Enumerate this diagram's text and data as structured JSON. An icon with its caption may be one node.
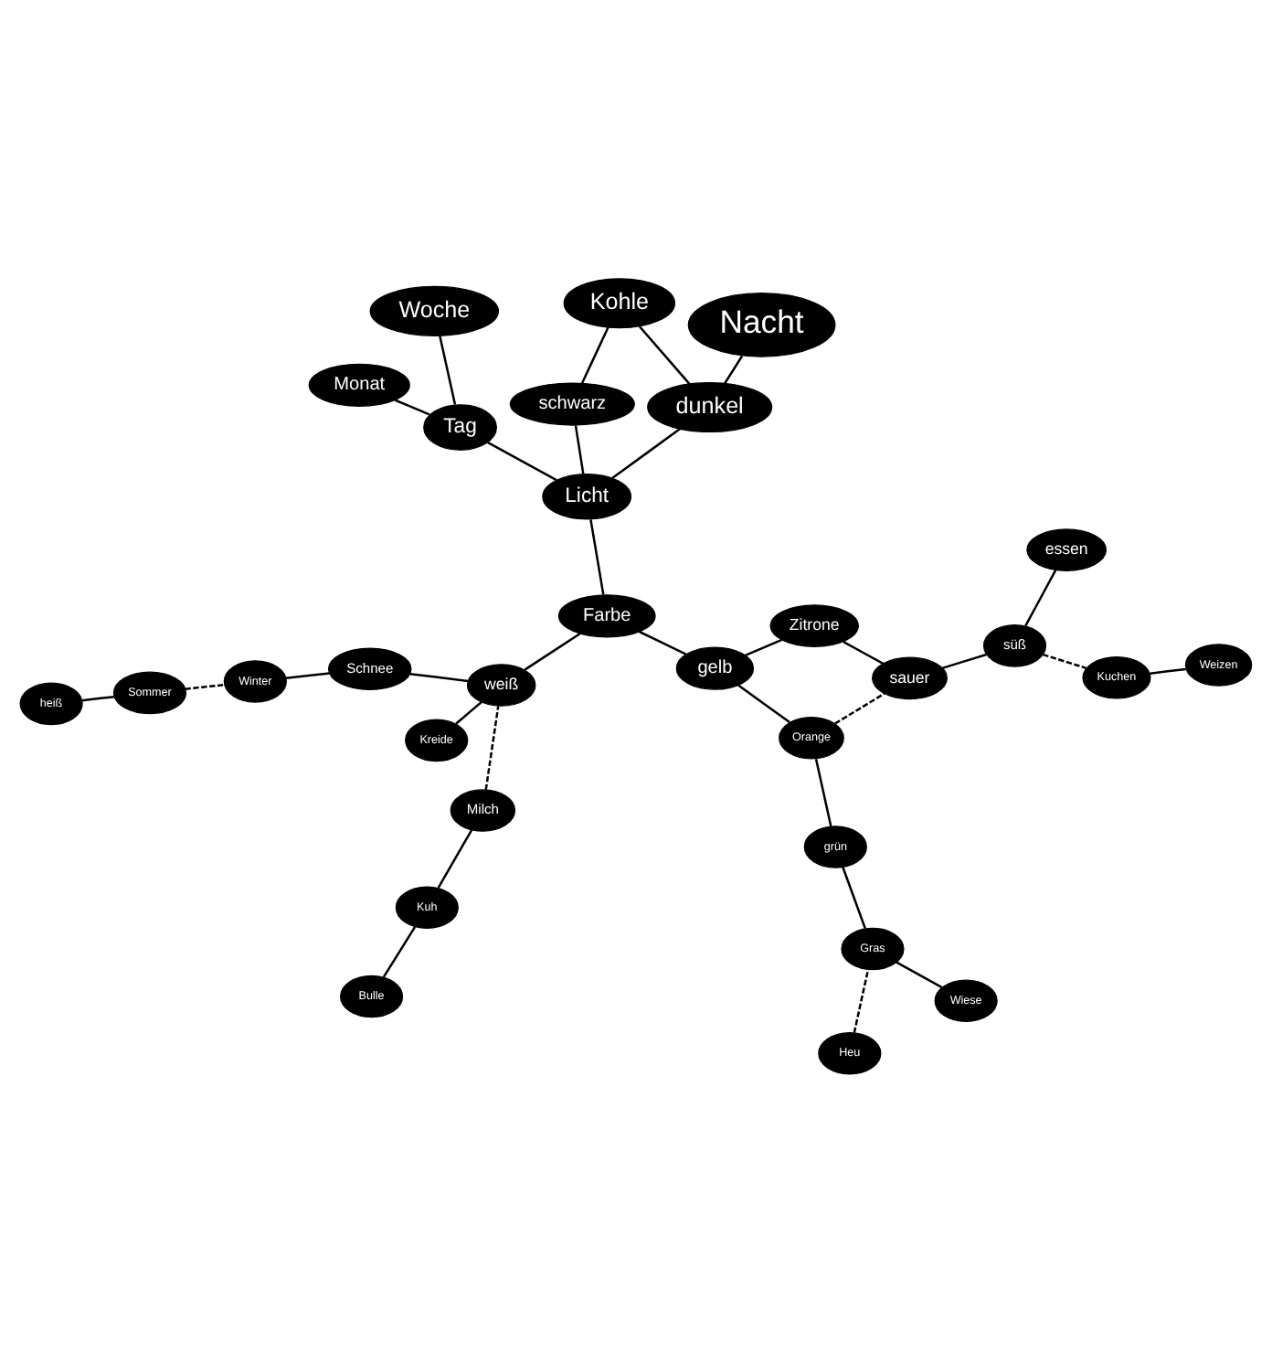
{
  "diagram": {
    "nodes": [
      {
        "text": [
          "heiß"
        ]
      },
      {
        "text": [
          "Wiese"
        ]
      },
      {
        "text": [
          "Heu"
        ]
      },
      {
        "text": [
          "Weizen"
        ]
      },
      {
        "text": [
          "Sommer"
        ]
      },
      {
        "text": [
          "Gras"
        ]
      },
      {
        "text": [
          "Winter"
        ]
      },
      {
        "text": [
          "Bulle"
        ]
      },
      {
        "text": [
          "grün"
        ]
      },
      {
        "text": [
          "Kuchen"
        ]
      },
      {
        "text": [
          "Kreide"
        ]
      },
      {
        "text": [
          "Kuh"
        ]
      },
      {
        "text": [
          "Orange"
        ]
      },
      {
        "text": [
          "süß"
        ]
      },
      {
        "text": [
          "Schnee"
        ]
      },
      {
        "text": [
          "Milch"
        ]
      },
      {
        "text": [
          "sauer"
        ]
      },
      {
        "text": [
          "Zitrone"
        ]
      },
      {
        "text": [
          "essen"
        ]
      },
      {
        "text": [
          "weiß"
        ]
      },
      {
        "text": [
          "gelb"
        ]
      },
      {
        "text": [
          "Farbe"
        ]
      },
      {
        "text": [
          "Monat"
        ]
      },
      {
        "text": [
          "Licht"
        ]
      },
      {
        "text": [
          "Tag"
        ]
      },
      {
        "text": [
          "schwarz"
        ]
      },
      {
        "text": [
          "Woche"
        ]
      },
      {
        "text": [
          "Kohle"
        ]
      },
      {
        "text": [
          "dunkel"
        ]
      },
      {
        "text": [
          "Nacht"
        ]
      }
    ],
    "edges": [
      {
        "from": 0,
        "to": 4,
        "arrow": "none"
      },
      {
        "from": 4,
        "to": 6,
        "arrow": "none",
        "style": "dashed"
      },
      {
        "from": 6,
        "to": 14,
        "arrow": "none"
      },
      {
        "from": 14,
        "to": 19,
        "arrow": "none"
      },
      {
        "from": 10,
        "to": 19,
        "arrow": "none"
      },
      {
        "from": 15,
        "to": 19,
        "arrow": "none",
        "style": "dashed"
      },
      {
        "from": 7,
        "to": 11,
        "arrow": "none"
      },
      {
        "from": 11,
        "to": 15,
        "arrow": "none"
      },
      {
        "from": 19,
        "to": 21,
        "arrow": "none"
      },
      {
        "from": 21,
        "to": 20,
        "arrow": "none"
      },
      {
        "from": 20,
        "to": 12,
        "arrow": "none"
      },
      {
        "from": 12,
        "to": 8,
        "arrow": "none"
      },
      {
        "from": 8,
        "to": 5,
        "arrow": "none"
      },
      {
        "from": 1,
        "to": 5,
        "arrow": "none"
      },
      {
        "from": 2,
        "to": 5,
        "arrow": "none",
        "style": "dashed"
      },
      {
        "from": 12,
        "to": 16,
        "arrow": "none",
        "style": "dashed"
      },
      {
        "from": 20,
        "to": 17,
        "arrow": "none"
      },
      {
        "from": 17,
        "to": 16,
        "arrow": "none"
      },
      {
        "from": 16,
        "to": 13,
        "arrow": "none"
      },
      {
        "from": 13,
        "to": 18,
        "arrow": "none"
      },
      {
        "from": 13,
        "to": 9,
        "arrow": "none",
        "style": "dashed"
      },
      {
        "from": 3,
        "to": 9,
        "arrow": "none"
      },
      {
        "from": 21,
        "to": 23,
        "arrow": "none"
      },
      {
        "from": 23,
        "to": 24,
        "arrow": "none"
      },
      {
        "from": 24,
        "to": 22,
        "arrow": "none"
      },
      {
        "from": 24,
        "to": 26,
        "arrow": "none"
      },
      {
        "from": 23,
        "to": 25,
        "arrow": "none"
      },
      {
        "from": 23,
        "to": 28,
        "arrow": "none"
      },
      {
        "from": 25,
        "to": 27,
        "arrow": "none"
      },
      {
        "from": 27,
        "to": 28,
        "arrow": "none"
      },
      {
        "from": 28,
        "to": 29,
        "arrow": "none"
      }
    ]
  }
}
